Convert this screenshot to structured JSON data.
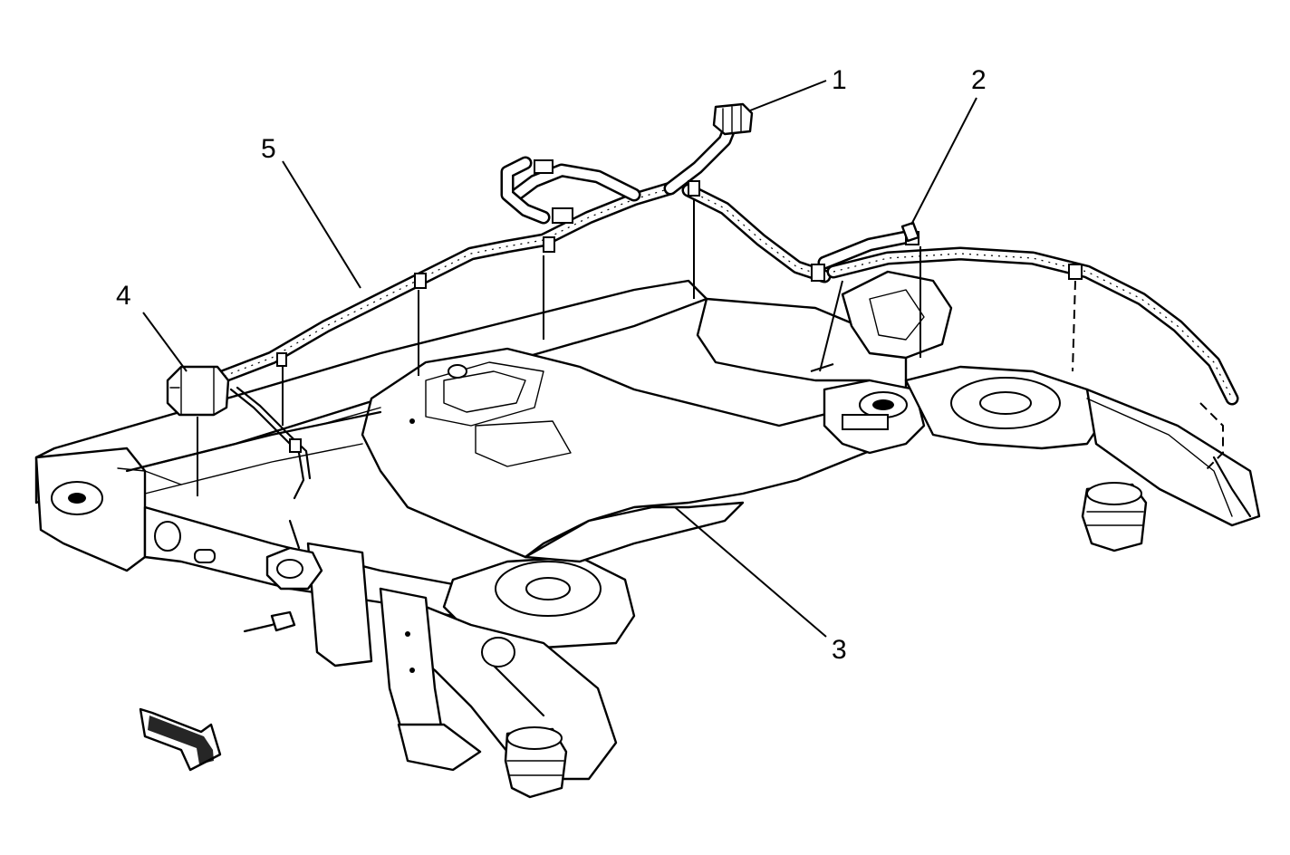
{
  "diagram": {
    "background": "#ffffff",
    "line_color": "#000000",
    "callouts": [
      {
        "id": "1",
        "label": "1"
      },
      {
        "id": "2",
        "label": "2"
      },
      {
        "id": "3",
        "label": "3"
      },
      {
        "id": "4",
        "label": "4"
      },
      {
        "id": "5",
        "label": "5"
      }
    ],
    "arrow_icon": "front-direction-arrow-icon"
  }
}
